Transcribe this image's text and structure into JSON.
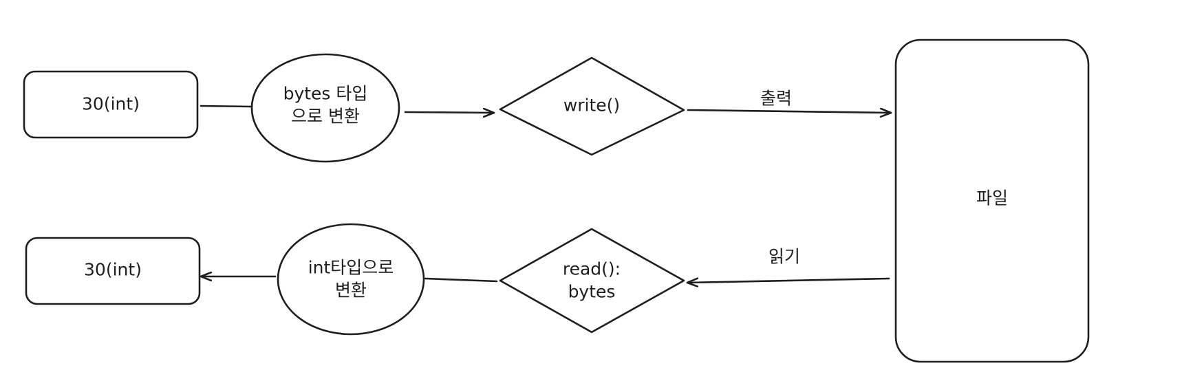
{
  "nodes": {
    "int_top": {
      "text": "30(int)"
    },
    "to_bytes": {
      "line1": "bytes 타입",
      "line2": "으로 변환",
      "fill": "#ffec99"
    },
    "write": {
      "text": "write()"
    },
    "file": {
      "text": "파일"
    },
    "read": {
      "line1": "read():",
      "line2": "bytes"
    },
    "to_int": {
      "line1": "int타입으로",
      "line2": "변환",
      "fill": "#b2f2bb"
    },
    "int_bottom": {
      "text": "30(int)"
    }
  },
  "edges": {
    "output_label": "출력",
    "read_label": "읽기"
  },
  "colors": {
    "stroke": "#1e1e1e",
    "background": "#ffffff"
  }
}
